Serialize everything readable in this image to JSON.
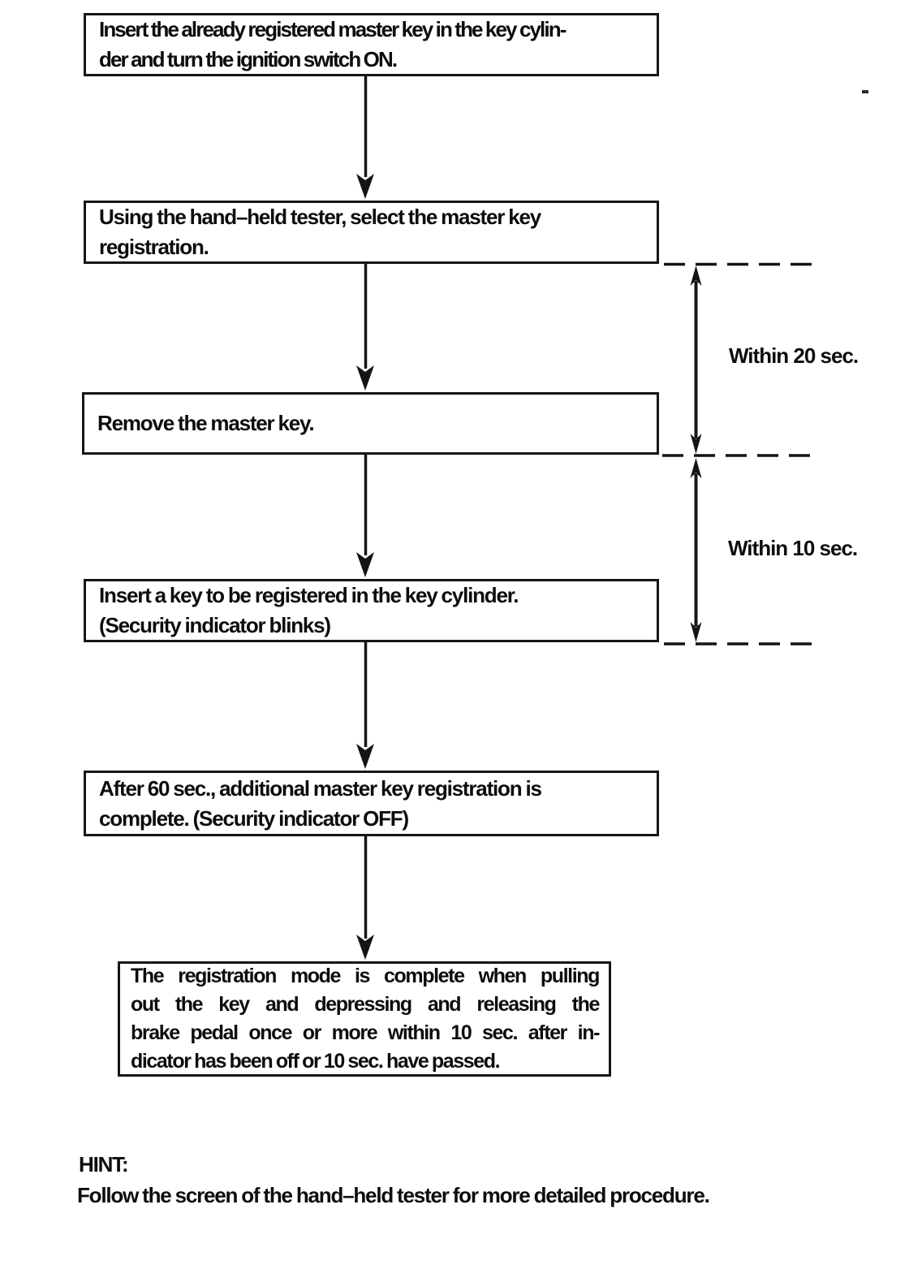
{
  "page": {
    "background": "#ffffff",
    "ink": "#141414"
  },
  "flowchart": {
    "boxes": [
      {
        "step": 1,
        "lines": [
          "Insert the already registered master key in the key cylin-",
          "der and turn the ignition switch ON."
        ]
      },
      {
        "step": 2,
        "lines": [
          "Using the hand–held tester, select the master key",
          "registration."
        ]
      },
      {
        "step": 3,
        "lines": [
          "Remove the master key."
        ]
      },
      {
        "step": 4,
        "lines": [
          "Insert a key to be registered in the key cylinder.",
          "(Security indicator blinks)"
        ]
      },
      {
        "step": 5,
        "lines": [
          "After 60 sec., additional master key registration is",
          "complete. (Security indicator OFF)"
        ]
      },
      {
        "step": 6,
        "lines": [
          "The registration mode is complete when pulling",
          "out the key and depressing and releasing the",
          "brake pedal once or more within 10 sec. after in-",
          "dicator has been off or 10 sec. have passed."
        ]
      }
    ],
    "timing_labels": [
      {
        "text": "Within 20 sec."
      },
      {
        "text": "Within 10 sec."
      }
    ],
    "hint": {
      "label": "HINT:",
      "text": "Follow the screen of the hand–held tester for more detailed procedure."
    }
  }
}
